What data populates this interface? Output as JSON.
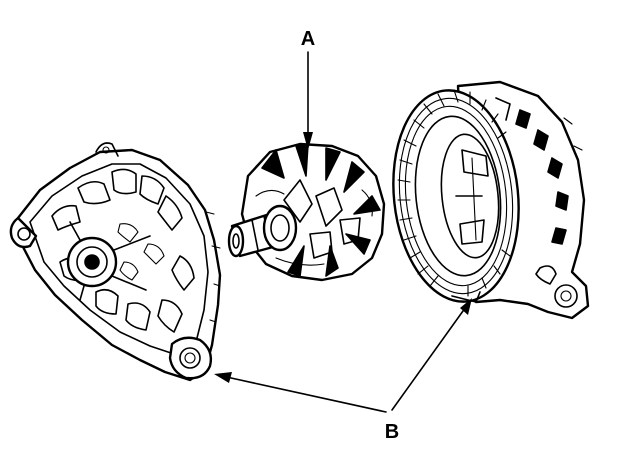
{
  "callouts": {
    "a": "A",
    "b": "B"
  },
  "parts": {
    "left": "front-housing",
    "center": "rotor",
    "right": "stator-rear-housing"
  },
  "colors": {
    "ink": "#000000",
    "paper": "#ffffff"
  }
}
